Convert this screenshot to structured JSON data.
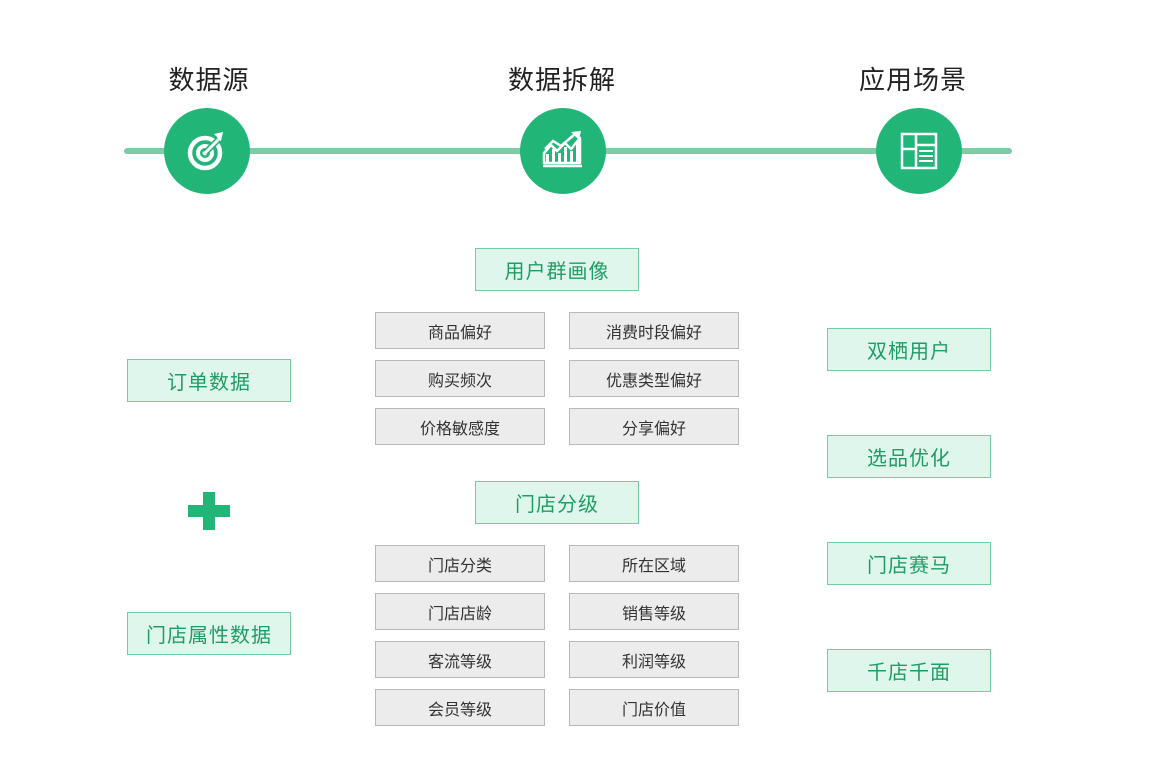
{
  "colors": {
    "accent": "#21b678",
    "line": "#7fcba5",
    "green_box_fill": "#def6ec",
    "green_box_border": "#6fcea4",
    "grey_box_fill": "#ececec"
  },
  "stages": [
    {
      "title": "数据源",
      "icon": "target-icon"
    },
    {
      "title": "数据拆解",
      "icon": "growth-chart-icon"
    },
    {
      "title": "应用场景",
      "icon": "layout-grid-icon"
    }
  ],
  "sources": [
    "订单数据",
    "门店属性数据"
  ],
  "groups": [
    {
      "title": "用户群画像",
      "items": [
        "商品偏好",
        "消费时段偏好",
        "购买频次",
        "优惠类型偏好",
        "价格敏感度",
        "分享偏好"
      ]
    },
    {
      "title": "门店分级",
      "items": [
        "门店分类",
        "所在区域",
        "门店店龄",
        "销售等级",
        "客流等级",
        "利润等级",
        "会员等级",
        "门店价值"
      ]
    }
  ],
  "scenarios": [
    "双栖用户",
    "选品优化",
    "门店赛马",
    "千店千面"
  ]
}
